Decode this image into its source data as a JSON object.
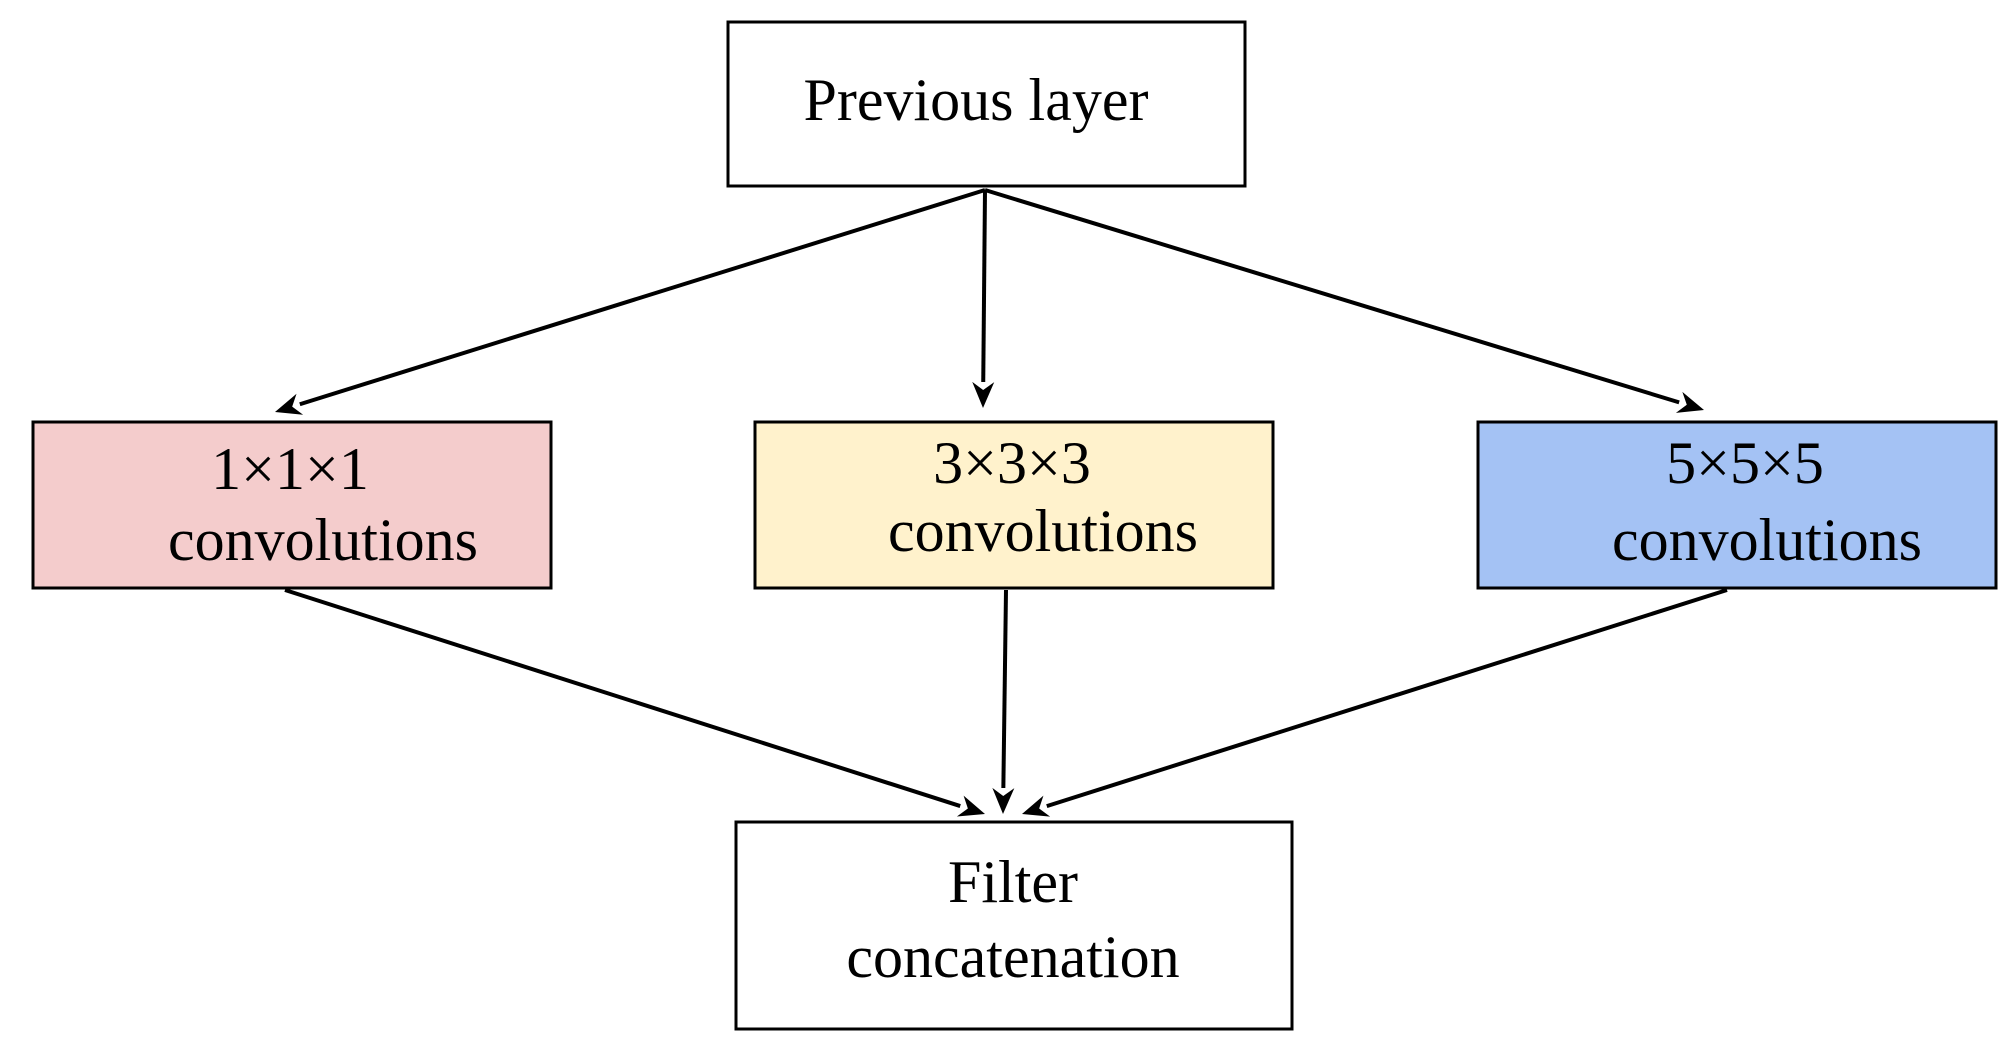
{
  "nodes": {
    "previous_layer": {
      "label": "Previous layer",
      "fill": "#ffffff"
    },
    "conv1": {
      "line1": "1×1×1",
      "line2": "convolutions",
      "fill": "#f4cccc"
    },
    "conv3": {
      "line1": "3×3×3",
      "line2": "convolutions",
      "fill": "#fff2cc"
    },
    "conv5": {
      "line1": "5×5×5",
      "line2": "convolutions",
      "fill": "#a4c2f4"
    },
    "filter_concat": {
      "line1": "Filter",
      "line2": "concatenation",
      "fill": "#ffffff"
    }
  },
  "edges": [
    {
      "from": "previous_layer",
      "to": "conv1"
    },
    {
      "from": "previous_layer",
      "to": "conv3"
    },
    {
      "from": "previous_layer",
      "to": "conv5"
    },
    {
      "from": "conv1",
      "to": "filter_concat"
    },
    {
      "from": "conv3",
      "to": "filter_concat"
    },
    {
      "from": "conv5",
      "to": "filter_concat"
    }
  ]
}
